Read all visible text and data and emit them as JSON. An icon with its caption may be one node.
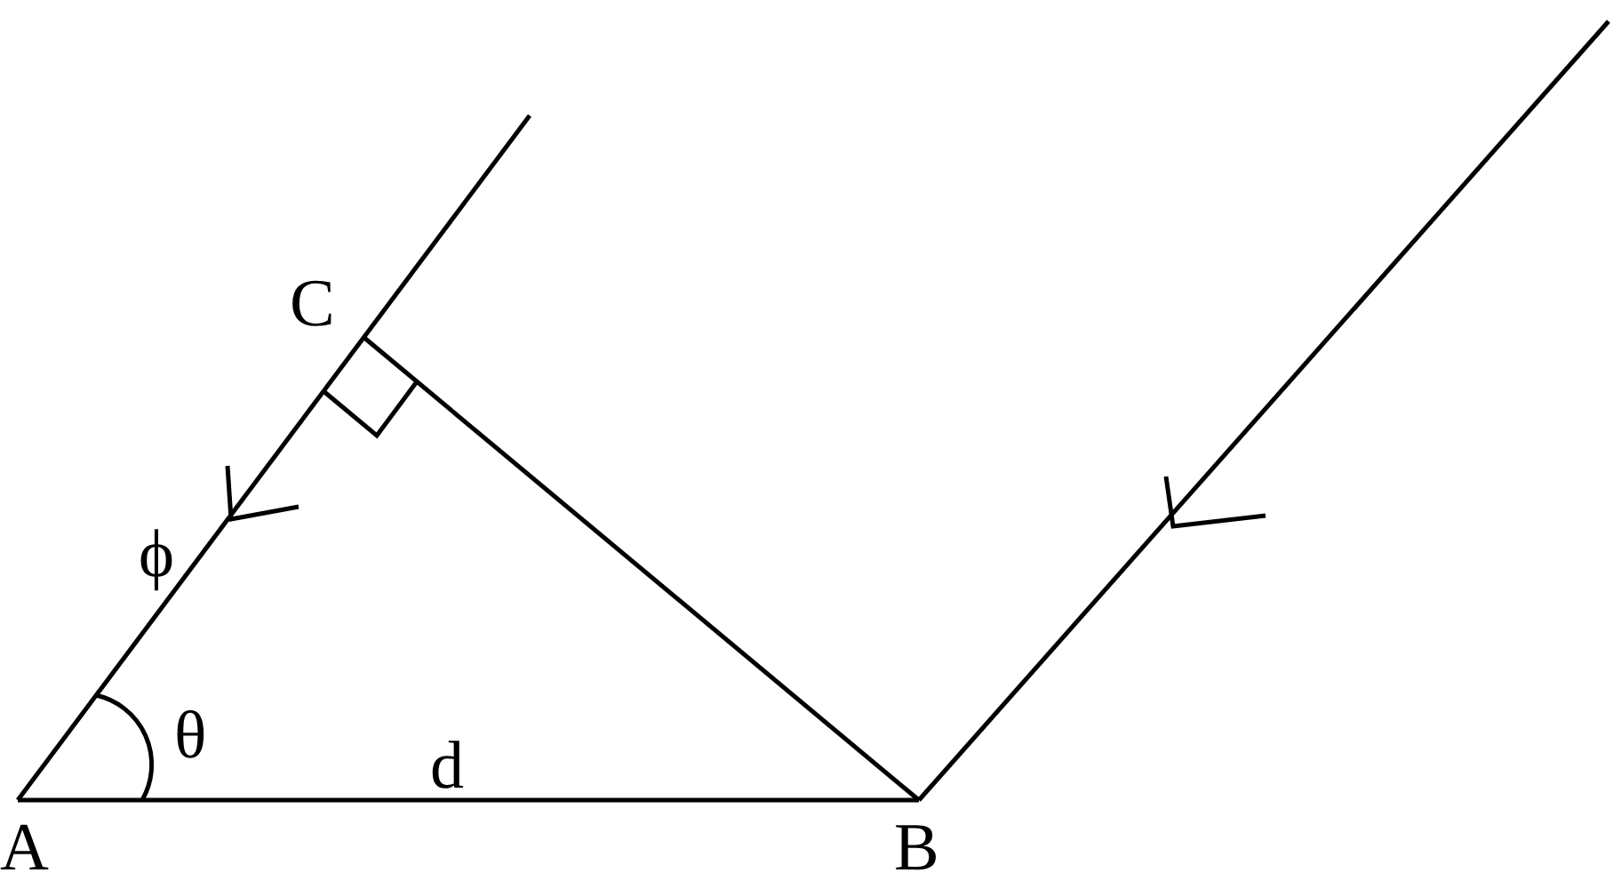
{
  "diagram": {
    "labels": [
      "C",
      "ϕ",
      "θ",
      "d",
      "A",
      "B"
    ]
  }
}
